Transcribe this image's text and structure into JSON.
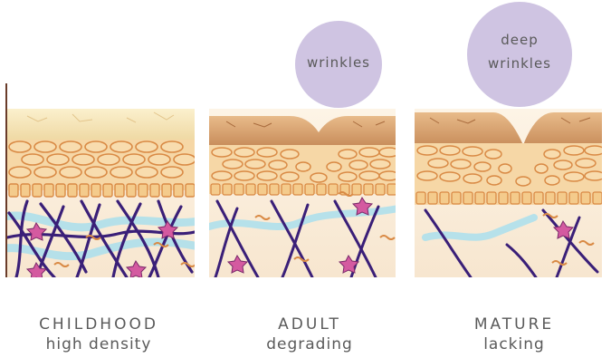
{
  "panels": [
    {
      "stage": "CHILDHOOD",
      "description": "high density"
    },
    {
      "stage": "ADULT",
      "description": "degrading"
    },
    {
      "stage": "MATURE",
      "description": "lacking"
    }
  ],
  "bubbles": {
    "adult": {
      "lines": [
        "wrinkles"
      ]
    },
    "mature": {
      "lines": [
        "deep",
        "wrinkles"
      ]
    }
  },
  "colors": {
    "epidermis_top": "#f7e6b8",
    "wrinkled_top": "#d9a06e",
    "cell_fill": "#f4cc94",
    "cell_stroke": "#d98a45",
    "dermis": "#fbeedc",
    "collagen_fiber": "#3a1f78",
    "elastin_band": "#aee0ec",
    "fibroblast_star": "#d45aa0",
    "bubble": "#cfc4e2",
    "caption_text": "#5a5a5a"
  }
}
